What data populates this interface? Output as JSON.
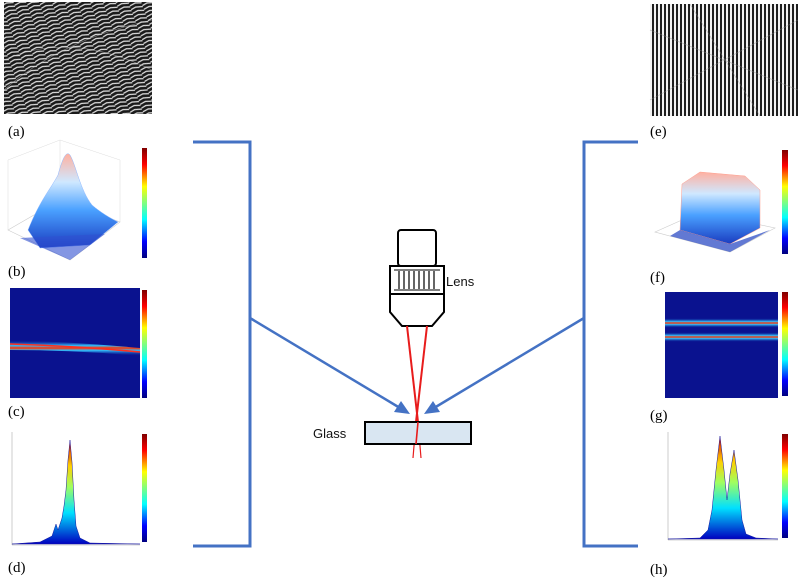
{
  "panels": [
    {
      "label": "(a)"
    },
    {
      "label": "(b)"
    },
    {
      "label": "(c)"
    },
    {
      "label": "(d)"
    },
    {
      "label": "(e)"
    },
    {
      "label": "(f)"
    },
    {
      "label": "(g)"
    },
    {
      "label": "(h)"
    }
  ],
  "diagram": {
    "lens_label": "Lens",
    "glass_label": "Glass"
  },
  "colors": {
    "bracket": "#4472c4",
    "beam": "#e81c1c",
    "heatmap_bg": "#0a128f",
    "glass_fill": "#d9e6f2"
  }
}
